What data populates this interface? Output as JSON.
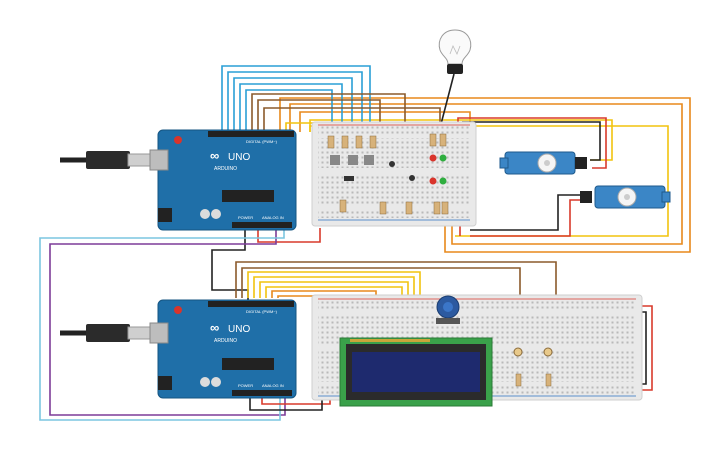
{
  "boards": [
    {
      "id": "arduino-top",
      "brand": "ARDUINO",
      "model": "UNO",
      "label_digital": "DIGITAL (PWM~)",
      "label_power": "POWER",
      "label_analog": "ANALOG IN"
    },
    {
      "id": "arduino-bottom",
      "brand": "ARDUINO",
      "model": "UNO",
      "label_digital": "DIGITAL (PWM~)",
      "label_power": "POWER",
      "label_analog": "ANALOG IN"
    }
  ],
  "colors": {
    "board": "#1f6fa8",
    "breadboard": "#e9e9e9",
    "rail_red": "#d9342b",
    "rail_blue": "#2c6fbf",
    "wire_orange": "#e8891c",
    "wire_yellow": "#f2c30f",
    "wire_blue": "#2a9fd6",
    "wire_purple": "#7d3c98",
    "wire_light_blue": "#7cc6e0",
    "wire_black": "#222222",
    "wire_red": "#d93a2b",
    "wire_brown": "#8b5a2b",
    "lcd_screen": "#1e2a6e",
    "lcd_body": "#3aa14a",
    "servo": "#3b86c6"
  },
  "components": {
    "lightbulb": "lightbulb-icon",
    "servos": 2,
    "leds": [
      "red",
      "green",
      "red",
      "green"
    ],
    "lcd": "16x2 LCD",
    "potentiometer": "potentiometer-icon",
    "usb_cables": 2
  }
}
